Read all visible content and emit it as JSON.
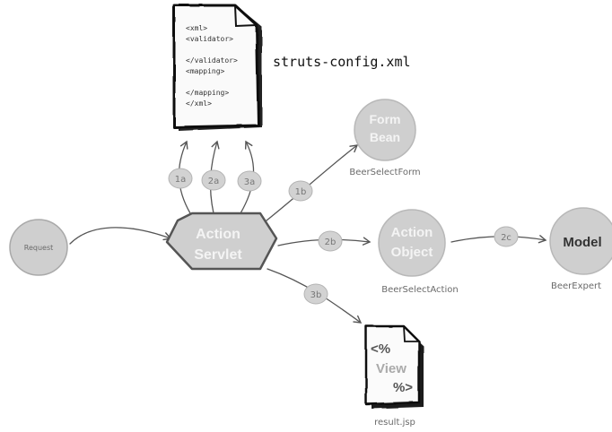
{
  "config_doc": {
    "lines": [
      "<xml>",
      "<validator>",
      "",
      "</validator>",
      "<mapping>",
      "",
      "</mapping>",
      "</xml>"
    ],
    "caption": "struts-config.xml"
  },
  "nodes": {
    "request": "Request",
    "servlet": [
      "Action",
      "Servlet"
    ],
    "form_bean": [
      "Form",
      "Bean"
    ],
    "form_bean_caption": "BeerSelectForm",
    "action_object": [
      "Action",
      "Object"
    ],
    "action_object_caption": "BeerSelectAction",
    "model": "Model",
    "model_caption": "BeerExpert",
    "view_doc": [
      "<%",
      "View",
      "%>"
    ],
    "view_caption": "result.jsp"
  },
  "steps": {
    "s1a": "1a",
    "s2a": "2a",
    "s3a": "3a",
    "s1b": "1b",
    "s2b": "2b",
    "s2c": "2c",
    "s3b": "3b"
  },
  "colors": {
    "node_fill": "#cfcfcf",
    "node_stroke": "#a9a9a9",
    "line": "#555555",
    "text": "#6a6a6a"
  }
}
